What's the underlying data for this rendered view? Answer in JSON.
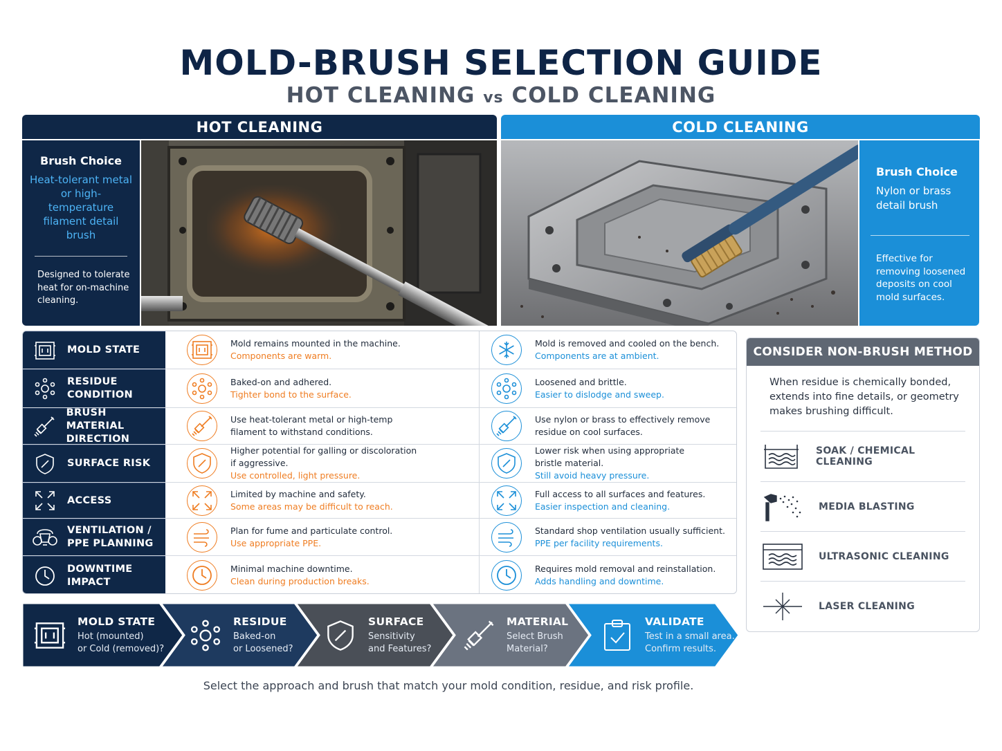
{
  "header": {
    "title": "MOLD-BRUSH SELECTION GUIDE",
    "subtitle_left": "HOT CLEANING",
    "subtitle_vs": "vs",
    "subtitle_right": "COLD CLEANING"
  },
  "hot": {
    "section_title": "HOT CLEANING",
    "brush_title": "Brush Choice",
    "brush_text": "Heat-tolerant metal or high-temperature filament detail brush",
    "brush_note": "Designed to tolerate heat for on-machine cleaning."
  },
  "cold": {
    "section_title": "COLD CLEANING",
    "brush_title": "Brush Choice",
    "brush_text": "Nylon or brass detail brush",
    "brush_note": "Effective for removing loosened deposits on cool mold surfaces."
  },
  "rows": [
    {
      "label_1": "MOLD STATE",
      "label_2": "",
      "icon": "mold-frame-icon",
      "hot_icon": "mold-frame-icon",
      "hot_text": "Mold remains mounted in the machine.",
      "hot_extra": "",
      "hot_hl": "Components are warm.",
      "cold_icon": "snowflake-icon",
      "cold_text": "Mold is removed and cooled on the bench.",
      "cold_extra": "",
      "cold_hl": "Components are at ambient."
    },
    {
      "label_1": "RESIDUE",
      "label_2": "CONDITION",
      "icon": "particles-icon",
      "hot_icon": "particles-icon",
      "hot_text": "Baked-on and adhered.",
      "hot_extra": "",
      "hot_hl": "Tighter bond to the surface.",
      "cold_icon": "particles-icon",
      "cold_text": "Loosened and brittle.",
      "cold_extra": "",
      "cold_hl": "Easier to dislodge and sweep."
    },
    {
      "label_1": "BRUSH MATERIAL",
      "label_2": "DIRECTION",
      "icon": "brush-icon",
      "hot_icon": "brush-icon",
      "hot_text": "Use heat-tolerant metal or high-temp",
      "hot_extra": "filament to withstand conditions.",
      "hot_hl": "",
      "cold_icon": "brush-icon",
      "cold_text": "Use nylon or brass to effectively remove",
      "cold_extra": "residue on cool surfaces.",
      "cold_hl": ""
    },
    {
      "label_1": "SURFACE RISK",
      "label_2": "",
      "icon": "shield-icon",
      "hot_icon": "shield-icon",
      "hot_text": "Higher potential for galling or discoloration",
      "hot_extra": "if aggressive.",
      "hot_hl": "Use controlled, light pressure.",
      "cold_icon": "shield-icon",
      "cold_text": "Lower risk when using appropriate",
      "cold_extra": "bristle material.",
      "cold_hl": "Still avoid heavy pressure."
    },
    {
      "label_1": "ACCESS",
      "label_2": "",
      "icon": "expand-arrows-icon",
      "hot_icon": "expand-arrows-icon",
      "hot_text": "Limited by machine and safety.",
      "hot_extra": "",
      "hot_hl": "Some areas may be difficult to reach.",
      "cold_icon": "expand-arrows-icon",
      "cold_text": "Full access to all surfaces and features.",
      "cold_extra": "",
      "cold_hl": "Easier inspection and cleaning."
    },
    {
      "label_1": "VENTILATION /",
      "label_2": "PPE PLANNING",
      "icon": "respirator-icon",
      "hot_icon": "airflow-icon",
      "hot_text": "Plan for fume and particulate control.",
      "hot_extra": "",
      "hot_hl": "Use appropriate PPE.",
      "cold_icon": "airflow-icon",
      "cold_text": "Standard shop ventilation usually sufficient.",
      "cold_extra": "",
      "cold_hl": "PPE per facility requirements."
    },
    {
      "label_1": "DOWNTIME",
      "label_2": "IMPACT",
      "icon": "clock-icon",
      "hot_icon": "clock-icon",
      "hot_text": "Minimal machine downtime.",
      "hot_extra": "",
      "hot_hl": "Clean during production breaks.",
      "cold_icon": "clock-icon",
      "cold_text": "Requires mold removal and reinstallation.",
      "cold_extra": "",
      "cold_hl": "Adds handling and downtime."
    }
  ],
  "non_brush": {
    "title": "CONSIDER NON-BRUSH METHOD",
    "intro": "When residue is chemically bonded, extends into fine details, or geometry makes brushing difficult.",
    "items": [
      {
        "label": "SOAK / CHEMICAL CLEANING",
        "icon": "soak-tank-icon"
      },
      {
        "label": "MEDIA BLASTING",
        "icon": "blast-nozzle-icon"
      },
      {
        "label": "ULTRASONIC CLEANING",
        "icon": "ultrasonic-tank-icon"
      },
      {
        "label": "LASER CLEANING",
        "icon": "laser-burst-icon"
      }
    ]
  },
  "process": [
    {
      "title": "MOLD STATE",
      "line1": "Hot (mounted)",
      "line2": "or Cold (removed)?",
      "icon": "mold-frame-icon",
      "color": "#0f2747"
    },
    {
      "title": "RESIDUE",
      "line1": "Baked-on",
      "line2": "or Loosened?",
      "icon": "particles-icon",
      "color": "#1e3a5f"
    },
    {
      "title": "SURFACE",
      "line1": "Sensitivity",
      "line2": "and Features?",
      "icon": "shield-icon",
      "color": "#4a4f57"
    },
    {
      "title": "MATERIAL",
      "line1": "Select Brush",
      "line2": "Material?",
      "icon": "brush-icon",
      "color": "#6b7380"
    },
    {
      "title": "VALIDATE",
      "line1": "Test in a small area.",
      "line2": "Confirm results.",
      "icon": "clipboard-check-icon",
      "color": "#1b8fd8"
    }
  ],
  "footer": "Select the approach and brush that match your mold condition, residue, and risk profile.",
  "colors": {
    "navy": "#0f2747",
    "blue": "#1b8fd8",
    "orange": "#ef7d22",
    "gray": "#5f6773"
  }
}
